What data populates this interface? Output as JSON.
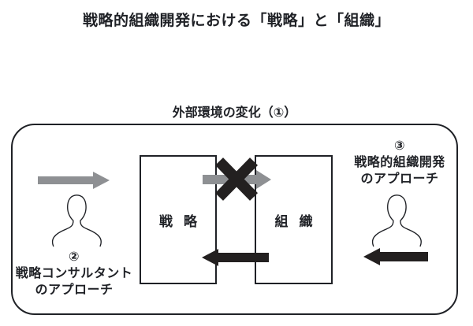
{
  "title": "戦略的組織開発における「戦略」と「組織」",
  "diagram": {
    "external_label": "外部環境の変化（①）",
    "strategy_box_label": "戦 略",
    "organization_box_label": "組 織",
    "left_annotation": {
      "number": "②",
      "line1": "戦略コンサルタント",
      "line2": "のアプローチ"
    },
    "right_annotation": {
      "number": "③",
      "line1": "戦略的組織開発",
      "line2": "のアプローチ"
    }
  },
  "icons": {
    "gray_right_arrow": "arrow-right-icon",
    "blocked_arrow": "blocked-arrow-icon",
    "x_mark": "x-mark-icon",
    "black_left_arrows": "arrow-left-icon",
    "person": "person-icon"
  },
  "colors": {
    "gray_arrow": "#8e9093",
    "black": "#232020",
    "line": "#1f2126",
    "background": "#ffffff"
  }
}
